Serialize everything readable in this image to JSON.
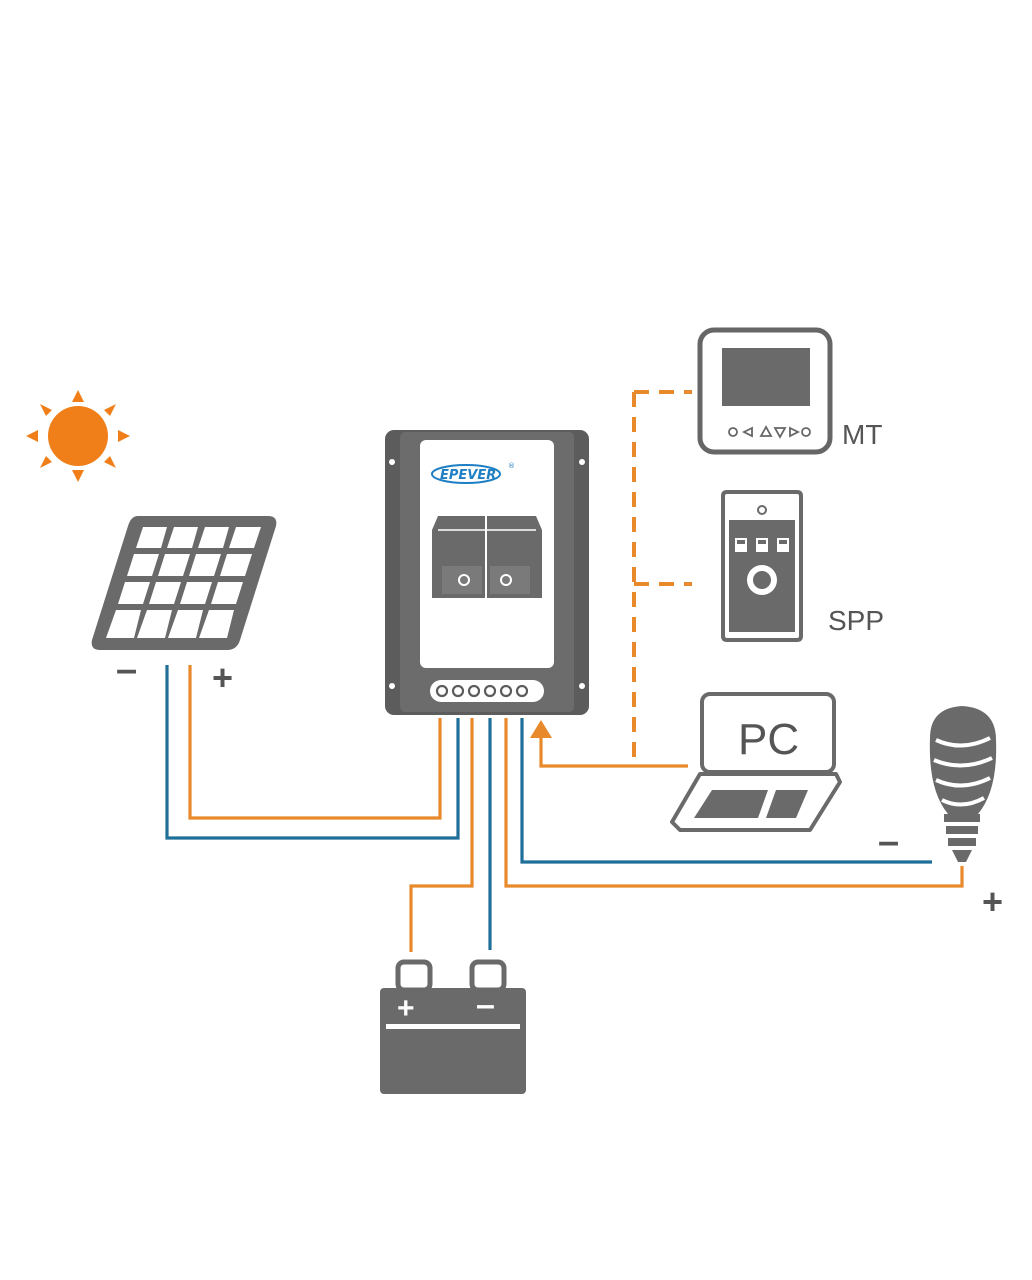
{
  "labels": {
    "mt": "MT",
    "spp": "SPP",
    "pc": "PC",
    "panel_minus": "–",
    "panel_plus": "+",
    "battery_plus": "+",
    "battery_minus": "–",
    "load_minus": "–",
    "load_plus": "+"
  },
  "controller": {
    "brand": "EPEVER",
    "trademark": "®"
  },
  "icons": {
    "sun": "sun-icon",
    "solar_panel": "solar-panel-icon",
    "controller": "charge-controller-icon",
    "mt": "mt-remote-meter-icon",
    "spp": "spp-module-icon",
    "pc": "laptop-icon",
    "battery": "battery-icon",
    "load": "light-bulb-icon"
  },
  "colors": {
    "positive_wire": "#e8892b",
    "negative_wire": "#1f6f99",
    "comm_dashed": "#e8892b",
    "device_gray": "#6a6a6a",
    "device_dark": "#555555",
    "brand_blue": "#1e7fc4",
    "sun": "#f07f1a"
  }
}
